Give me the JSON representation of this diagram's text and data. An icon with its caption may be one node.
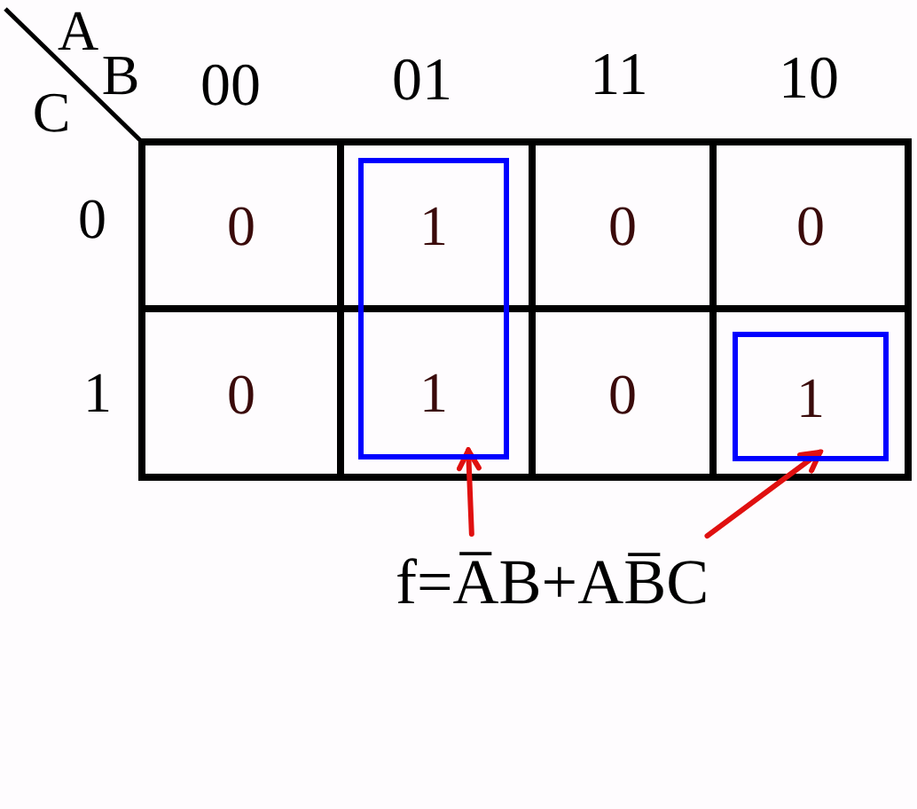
{
  "diagram": {
    "nodes": [
      {
        "text": [
          "1",
          "1"
        ]
      },
      {
        "text": [
          "1"
        ]
      },
      {
        "text": [
          "f=A̅B+AB̅C"
        ]
      }
    ],
    "edges": [
      {
        "from": 2,
        "to": 0,
        "arrow": "to"
      },
      {
        "from": 2,
        "to": 1,
        "arrow": "to"
      }
    ],
    "labels": [
      "A",
      "B",
      "C",
      "00",
      "01",
      "11",
      "10",
      "0",
      "0",
      "0",
      "0",
      "1",
      "0",
      "0"
    ]
  }
}
